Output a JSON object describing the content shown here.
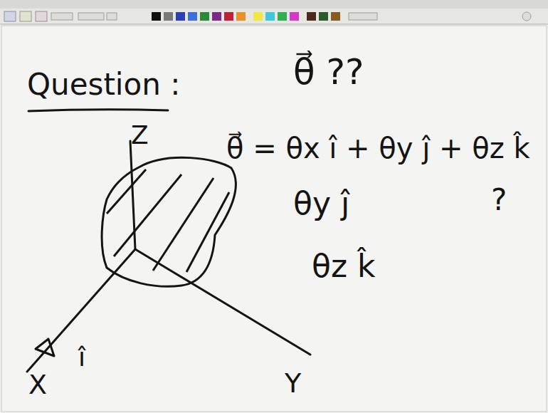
{
  "diagram": {
    "title": "Question :",
    "labels": [
      "θ⃗ ??",
      "Z",
      "θ⃗ = θx î + θy ĵ + θz k̂",
      "?",
      "θy ĵ",
      "θz k̂",
      "X",
      "î",
      "Y"
    ]
  }
}
